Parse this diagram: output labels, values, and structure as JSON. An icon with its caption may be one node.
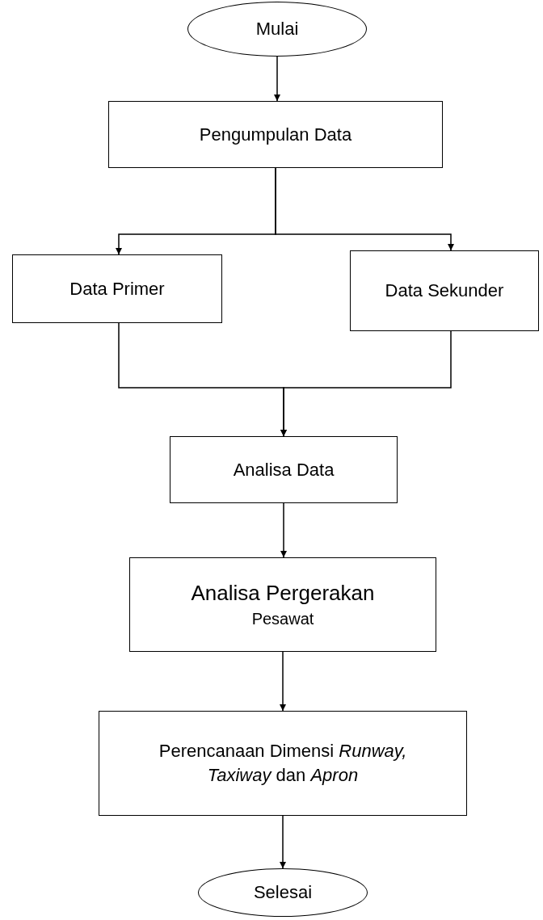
{
  "diagram": {
    "nodes": [
      {
        "text": [
          "Mulai"
        ]
      },
      {
        "text": [
          "Pengumpulan Data"
        ]
      },
      {
        "text": [
          "Data Primer"
        ]
      },
      {
        "text": [
          "Data Sekunder"
        ]
      },
      {
        "text": [
          "Analisa Data"
        ]
      },
      {
        "text": [
          "Analisa Pergerakan",
          "Pesawat"
        ]
      },
      {
        "text": [
          "Perencanaan Dimensi *Runway, Taxiway* dan *Apron*"
        ]
      },
      {
        "text": [
          "Selesai"
        ]
      }
    ],
    "edges": [
      {
        "from": 0,
        "to": 1,
        "arrow": "to"
      },
      {
        "from": 1,
        "to": 2,
        "arrow": "to"
      },
      {
        "from": 1,
        "to": 3,
        "arrow": "to"
      },
      {
        "from": 2,
        "to": 4,
        "arrow": "to"
      },
      {
        "from": 3,
        "to": 4,
        "arrow": "to"
      },
      {
        "from": 4,
        "to": 5,
        "arrow": "to"
      },
      {
        "from": 5,
        "to": 6,
        "arrow": "to"
      },
      {
        "from": 6,
        "to": 7,
        "arrow": "to"
      }
    ]
  }
}
